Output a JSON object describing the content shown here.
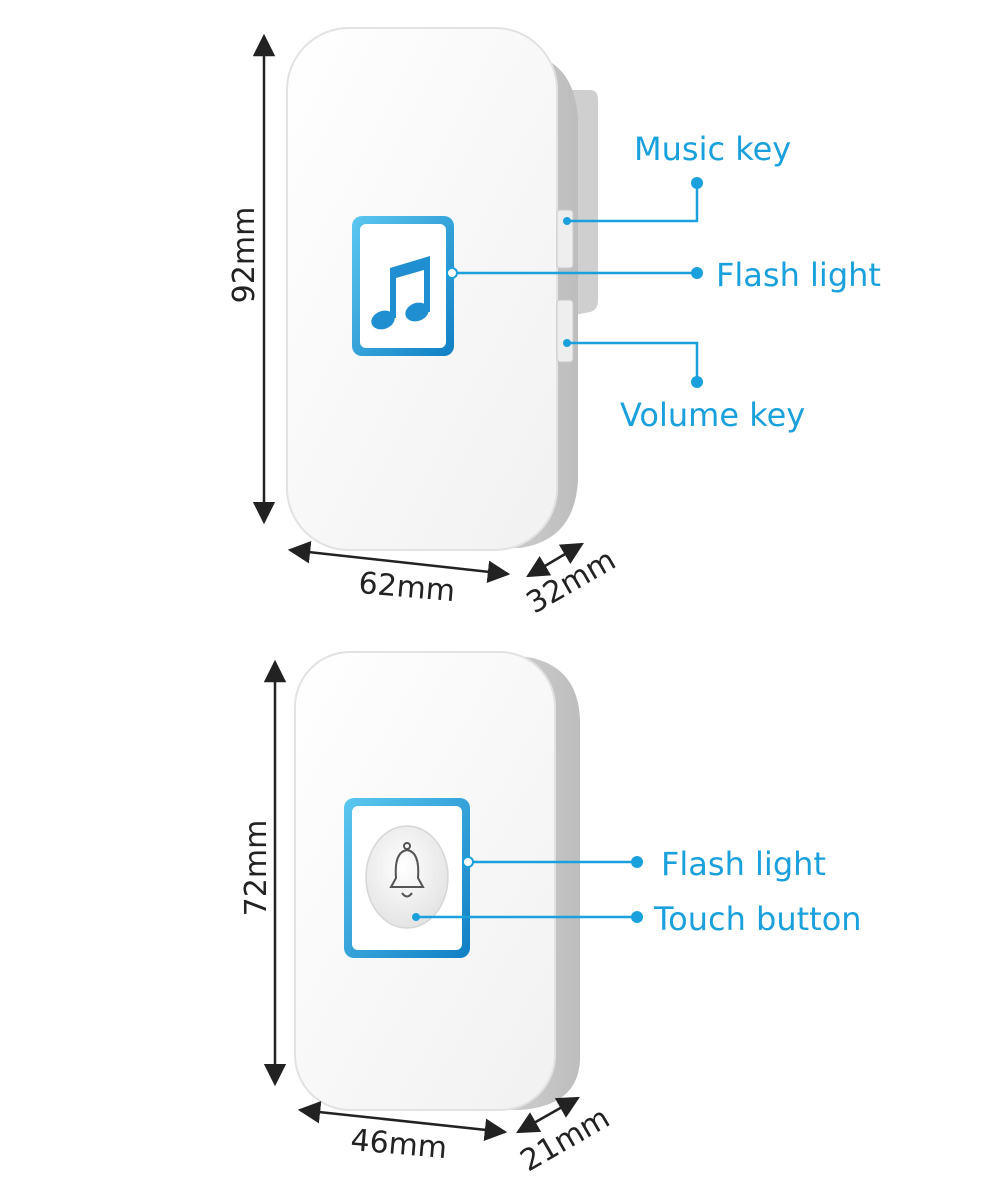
{
  "colors": {
    "accent": "#1aa0dc",
    "dimension": "#222222",
    "device_body": "#ffffff",
    "device_side": "#d8d8d8"
  },
  "receiver": {
    "name": "receiver-unit",
    "icon": "music-note-icon",
    "dimensions": {
      "height": "92mm",
      "width": "62mm",
      "depth": "32mm"
    },
    "callouts": {
      "music_key": "Music key",
      "flash_light": "Flash light",
      "volume_key": "Volume key"
    }
  },
  "transmitter": {
    "name": "transmitter-unit",
    "icon": "bell-icon",
    "dimensions": {
      "height": "72mm",
      "width": "46mm",
      "depth": "21mm"
    },
    "callouts": {
      "flash_light": "Flash light",
      "touch_button": "Touch button"
    }
  }
}
